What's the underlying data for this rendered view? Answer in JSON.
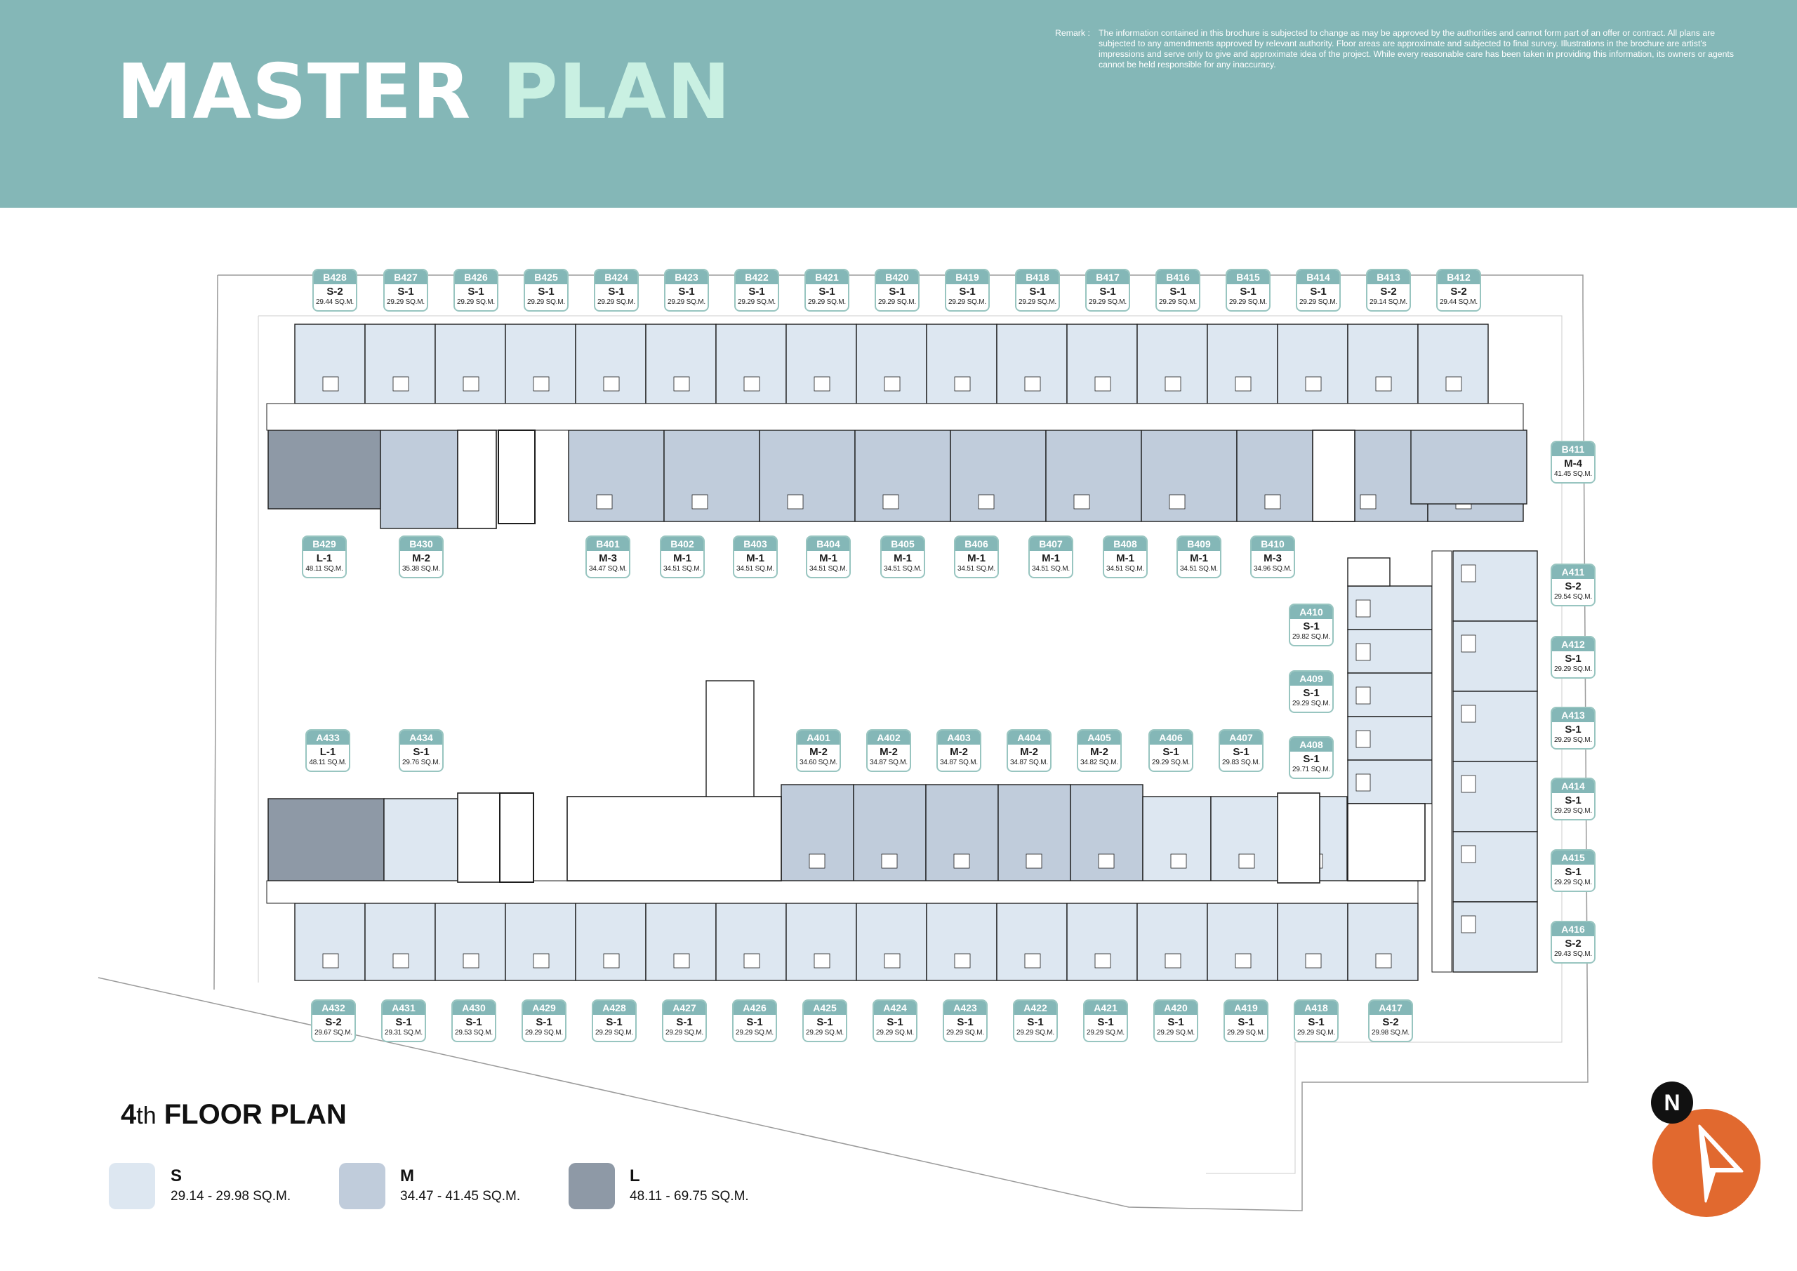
{
  "header": {
    "title_part1": "MASTER",
    "title_part2": "PLAN",
    "remark_label": "Remark :",
    "remark_text": "The information contained in this brochure is subjected to change as may be approved by the authorities and cannot form part of an offer or contract. All plans are subjected to any amendments approved by relevant authority. Floor areas are approximate and subjected to final survey. Illustrations in the brochure are artist's impressions and serve only to give and approximate idea of the project. While every reasonable care has been taken in providing this information, its owners or agents cannot be held responsible for any inaccuracy."
  },
  "floor_title": {
    "number": "4",
    "suffix": "th",
    "text": "FLOOR PLAN"
  },
  "legend": [
    {
      "name": "S",
      "range": "29.14 - 29.98 SQ.M.",
      "color": "#dde7f1"
    },
    {
      "name": "M",
      "range": "34.47 - 41.45 SQ.M.",
      "color": "#c0ccdb"
    },
    {
      "name": "L",
      "range": "48.11 - 69.75 SQ.M.",
      "color": "#8e99a6"
    }
  ],
  "compass": {
    "label": "N",
    "color": "#e1692f"
  },
  "colors": {
    "header": "#84b7b7",
    "title_accent": "#c9f0e2",
    "unit_label": "#84b7b7"
  },
  "units": [
    {
      "id": "B428",
      "type": "S-2",
      "area": "29.44 SQ.M."
    },
    {
      "id": "B427",
      "type": "S-1",
      "area": "29.29 SQ.M."
    },
    {
      "id": "B426",
      "type": "S-1",
      "area": "29.29 SQ.M."
    },
    {
      "id": "B425",
      "type": "S-1",
      "area": "29.29 SQ.M."
    },
    {
      "id": "B424",
      "type": "S-1",
      "area": "29.29 SQ.M."
    },
    {
      "id": "B423",
      "type": "S-1",
      "area": "29.29 SQ.M."
    },
    {
      "id": "B422",
      "type": "S-1",
      "area": "29.29 SQ.M."
    },
    {
      "id": "B421",
      "type": "S-1",
      "area": "29.29 SQ.M."
    },
    {
      "id": "B420",
      "type": "S-1",
      "area": "29.29 SQ.M."
    },
    {
      "id": "B419",
      "type": "S-1",
      "area": "29.29 SQ.M."
    },
    {
      "id": "B418",
      "type": "S-1",
      "area": "29.29 SQ.M."
    },
    {
      "id": "B417",
      "type": "S-1",
      "area": "29.29 SQ.M."
    },
    {
      "id": "B416",
      "type": "S-1",
      "area": "29.29 SQ.M."
    },
    {
      "id": "B415",
      "type": "S-1",
      "area": "29.29 SQ.M."
    },
    {
      "id": "B414",
      "type": "S-1",
      "area": "29.29 SQ.M."
    },
    {
      "id": "B413",
      "type": "S-2",
      "area": "29.14 SQ.M."
    },
    {
      "id": "B412",
      "type": "S-2",
      "area": "29.44 SQ.M."
    },
    {
      "id": "B411",
      "type": "M-4",
      "area": "41.45 SQ.M."
    },
    {
      "id": "B429",
      "type": "L-1",
      "area": "48.11 SQ.M."
    },
    {
      "id": "B430",
      "type": "M-2",
      "area": "35.38 SQ.M."
    },
    {
      "id": "B401",
      "type": "M-3",
      "area": "34.47 SQ.M."
    },
    {
      "id": "B402",
      "type": "M-1",
      "area": "34.51 SQ.M."
    },
    {
      "id": "B403",
      "type": "M-1",
      "area": "34.51 SQ.M."
    },
    {
      "id": "B404",
      "type": "M-1",
      "area": "34.51 SQ.M."
    },
    {
      "id": "B405",
      "type": "M-1",
      "area": "34.51 SQ.M."
    },
    {
      "id": "B406",
      "type": "M-1",
      "area": "34.51 SQ.M."
    },
    {
      "id": "B407",
      "type": "M-1",
      "area": "34.51 SQ.M."
    },
    {
      "id": "B408",
      "type": "M-1",
      "area": "34.51 SQ.M."
    },
    {
      "id": "B409",
      "type": "M-1",
      "area": "34.51 SQ.M."
    },
    {
      "id": "B410",
      "type": "M-3",
      "area": "34.96 SQ.M."
    },
    {
      "id": "A411",
      "type": "S-2",
      "area": "29.54 SQ.M."
    },
    {
      "id": "A410",
      "type": "S-1",
      "area": "29.82 SQ.M."
    },
    {
      "id": "A412",
      "type": "S-1",
      "area": "29.29 SQ.M."
    },
    {
      "id": "A409",
      "type": "S-1",
      "area": "29.29 SQ.M."
    },
    {
      "id": "A413",
      "type": "S-1",
      "area": "29.29 SQ.M."
    },
    {
      "id": "A433",
      "type": "L-1",
      "area": "48.11 SQ.M."
    },
    {
      "id": "A434",
      "type": "S-1",
      "area": "29.76 SQ.M."
    },
    {
      "id": "A401",
      "type": "M-2",
      "area": "34.60 SQ.M."
    },
    {
      "id": "A402",
      "type": "M-2",
      "area": "34.87 SQ.M."
    },
    {
      "id": "A403",
      "type": "M-2",
      "area": "34.87 SQ.M."
    },
    {
      "id": "A404",
      "type": "M-2",
      "area": "34.87 SQ.M."
    },
    {
      "id": "A405",
      "type": "M-2",
      "area": "34.82 SQ.M."
    },
    {
      "id": "A406",
      "type": "S-1",
      "area": "29.29 SQ.M."
    },
    {
      "id": "A407",
      "type": "S-1",
      "area": "29.83 SQ.M."
    },
    {
      "id": "A408",
      "type": "S-1",
      "area": "29.71 SQ.M."
    },
    {
      "id": "A414",
      "type": "S-1",
      "area": "29.29 SQ.M."
    },
    {
      "id": "A415",
      "type": "S-1",
      "area": "29.29 SQ.M."
    },
    {
      "id": "A416",
      "type": "S-2",
      "area": "29.43 SQ.M."
    },
    {
      "id": "A432",
      "type": "S-2",
      "area": "29.67 SQ.M."
    },
    {
      "id": "A431",
      "type": "S-1",
      "area": "29.31 SQ.M."
    },
    {
      "id": "A430",
      "type": "S-1",
      "area": "29.53 SQ.M."
    },
    {
      "id": "A429",
      "type": "S-1",
      "area": "29.29 SQ.M."
    },
    {
      "id": "A428",
      "type": "S-1",
      "area": "29.29 SQ.M."
    },
    {
      "id": "A427",
      "type": "S-1",
      "area": "29.29 SQ.M."
    },
    {
      "id": "A426",
      "type": "S-1",
      "area": "29.29 SQ.M."
    },
    {
      "id": "A425",
      "type": "S-1",
      "area": "29.29 SQ.M."
    },
    {
      "id": "A424",
      "type": "S-1",
      "area": "29.29 SQ.M."
    },
    {
      "id": "A423",
      "type": "S-1",
      "area": "29.29 SQ.M."
    },
    {
      "id": "A422",
      "type": "S-1",
      "area": "29.29 SQ.M."
    },
    {
      "id": "A421",
      "type": "S-1",
      "area": "29.29 SQ.M."
    },
    {
      "id": "A420",
      "type": "S-1",
      "area": "29.29 SQ.M."
    },
    {
      "id": "A419",
      "type": "S-1",
      "area": "29.29 SQ.M."
    },
    {
      "id": "A418",
      "type": "S-1",
      "area": "29.29 SQ.M."
    },
    {
      "id": "A417",
      "type": "S-2",
      "area": "29.98 SQ.M."
    }
  ]
}
